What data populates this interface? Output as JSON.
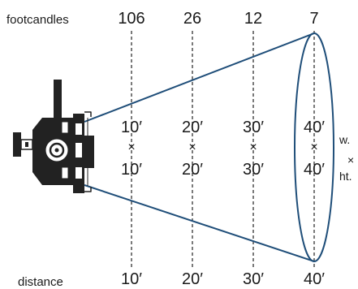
{
  "row_labels": {
    "footcandles": "footcandles",
    "distance": "distance"
  },
  "columns": [
    {
      "footcandles": "106",
      "width": "10′",
      "times": "×",
      "height": "10′",
      "distance": "10′"
    },
    {
      "footcandles": "26",
      "width": "20′",
      "times": "×",
      "height": "20′",
      "distance": "20′"
    },
    {
      "footcandles": "12",
      "width": "30′",
      "times": "×",
      "height": "30′",
      "distance": "30′"
    },
    {
      "footcandles": "7",
      "width": "40′",
      "times": "×",
      "height": "40′",
      "distance": "40′"
    }
  ],
  "side_labels": {
    "width": "w.",
    "times": "×",
    "height": "ht."
  },
  "colors": {
    "beam": "#1f4e79",
    "text": "#1a1a1a",
    "fixture": "#222222"
  }
}
